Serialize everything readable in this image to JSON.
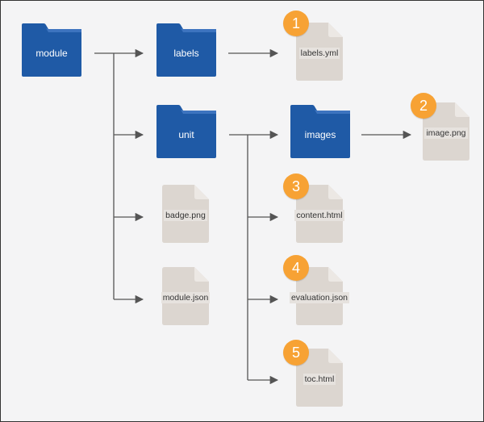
{
  "colors": {
    "folder": "#1f5aa6",
    "folder_tab": "#3d74bf",
    "file": "#dcd6d0",
    "file_fold": "#ece8e4",
    "badge": "#f7a234",
    "connector": "#555555"
  },
  "icons": {
    "folder": "folder-icon",
    "file": "file-icon",
    "arrow": "arrow-right-icon"
  },
  "folders": {
    "module": "module",
    "labels": "labels",
    "unit": "unit",
    "images": "images"
  },
  "files": {
    "labels_yml": "labels.yml",
    "image_png": "image.png",
    "badge_png": "badge.png",
    "content_html": "content.html",
    "module_json": "module.json",
    "evaluation_json": "evaluation.json",
    "toc_html": "toc.html"
  },
  "badges": {
    "labels_yml": "1",
    "image_png": "2",
    "content_html": "3",
    "evaluation_json": "4",
    "toc_html": "5"
  }
}
